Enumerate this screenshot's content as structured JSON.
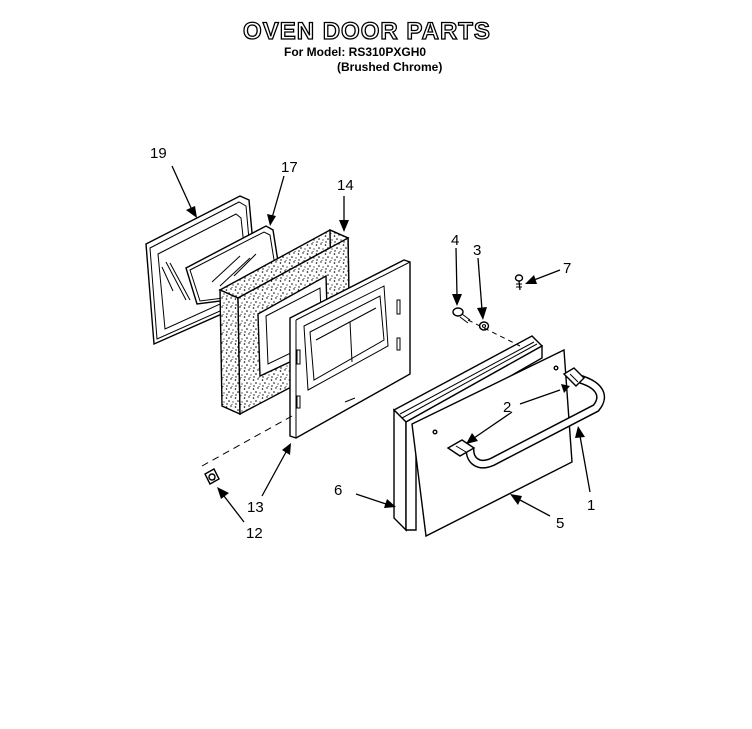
{
  "header": {
    "title": "OVEN DOOR PARTS",
    "model_line": "For Model: RS310PXGH0",
    "finish_line": "(Brushed Chrome)"
  },
  "callouts": {
    "c19": "19",
    "c17": "17",
    "c14": "14",
    "c4": "4",
    "c3": "3",
    "c7": "7",
    "c2": "2",
    "c6": "6",
    "c1": "1",
    "c5": "5",
    "c13": "13",
    "c12": "12"
  }
}
